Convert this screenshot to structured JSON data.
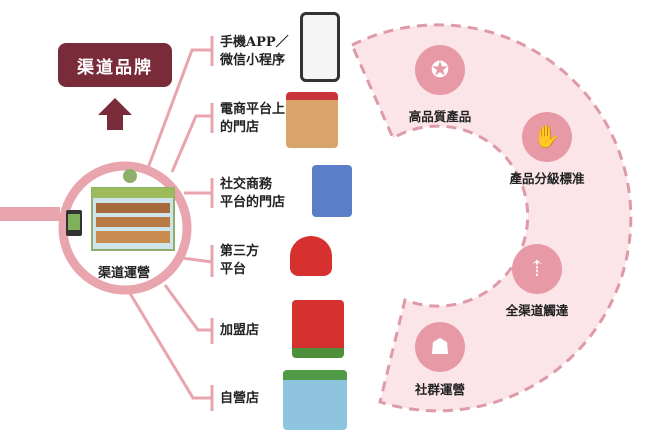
{
  "brand_label": "渠道品牌",
  "hub_label": "渠道運營",
  "channels": [
    {
      "line1": "手機APP／",
      "line2": "微信小程序",
      "icon": "phone-app-icon"
    },
    {
      "line1": "電商平台上",
      "line2": "的門店",
      "icon": "online-store-icon"
    },
    {
      "line1": "社交商務",
      "line2": "平台的門店",
      "icon": "social-commerce-icon"
    },
    {
      "line1": "第三方",
      "line2": "平台",
      "icon": "delivery-scooter-icon"
    },
    {
      "line1": "加盟店",
      "line2": "",
      "icon": "franchise-cashier-icon"
    },
    {
      "line1": "自營店",
      "line2": "",
      "icon": "self-run-store-icon"
    }
  ],
  "pillars": [
    {
      "label": "高品質產品",
      "icon": "quality-badge-icon"
    },
    {
      "label": "產品分級標准",
      "icon": "grading-hands-icon"
    },
    {
      "label": "全渠道觸達",
      "icon": "split-arrows-icon"
    },
    {
      "label": "社群運營",
      "icon": "community-people-icon"
    }
  ],
  "colors": {
    "brand": "#7a2b3a",
    "line": "#e8a5ad",
    "arc_fill": "#fbe5e8",
    "arc_stroke": "#de9aa6"
  }
}
